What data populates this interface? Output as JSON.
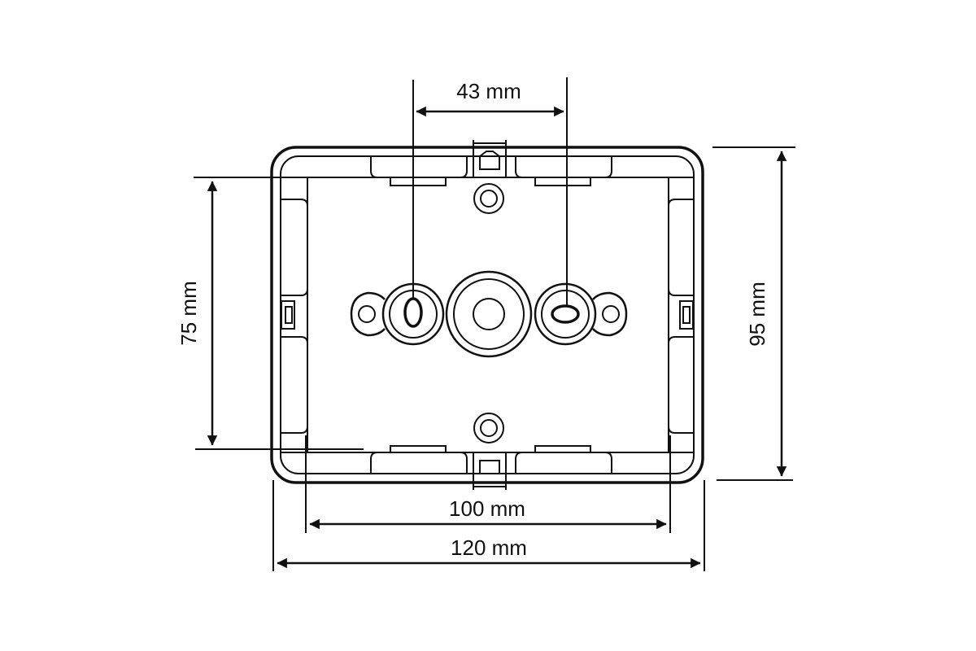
{
  "dimensions": {
    "hole_spacing": "43 mm",
    "inner_height": "75 mm",
    "outer_height": "95 mm",
    "inner_width": "100 mm",
    "outer_width": "120 mm"
  },
  "colors": {
    "line": "#111111",
    "background": "#ffffff"
  }
}
